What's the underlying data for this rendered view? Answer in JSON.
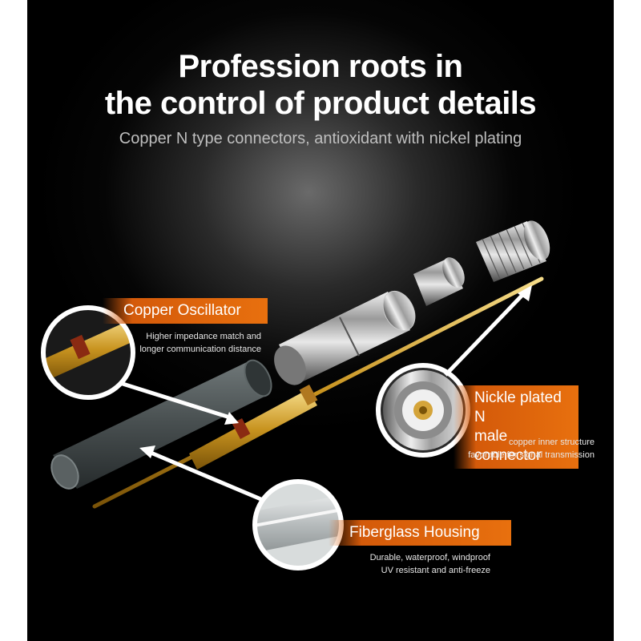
{
  "header": {
    "title_line1": "Profession roots in",
    "title_line2": "the control of product details",
    "subtitle": "Copper N type connectors, antioxidant with nickel plating"
  },
  "callouts": {
    "copper_oscillator": {
      "title": "Copper Oscillator",
      "desc_line1": "Higher impedance match and",
      "desc_line2": "longer communication distance"
    },
    "n_male_connector": {
      "title_line1": "Nickle plated N",
      "title_line2": "male connector",
      "desc_line1": "copper inner structure",
      "desc_line2": "favorable for signal transmission"
    },
    "fiberglass_housing": {
      "title": "Fiberglass Housing",
      "desc_line1": "Durable, waterproof, windproof",
      "desc_line2": "UV resistant and anti-freeze"
    }
  },
  "colors": {
    "label_orange": "#e8700e",
    "gold": "#d4a43a",
    "housing_gray": "#4a5152",
    "background": "#000000"
  }
}
